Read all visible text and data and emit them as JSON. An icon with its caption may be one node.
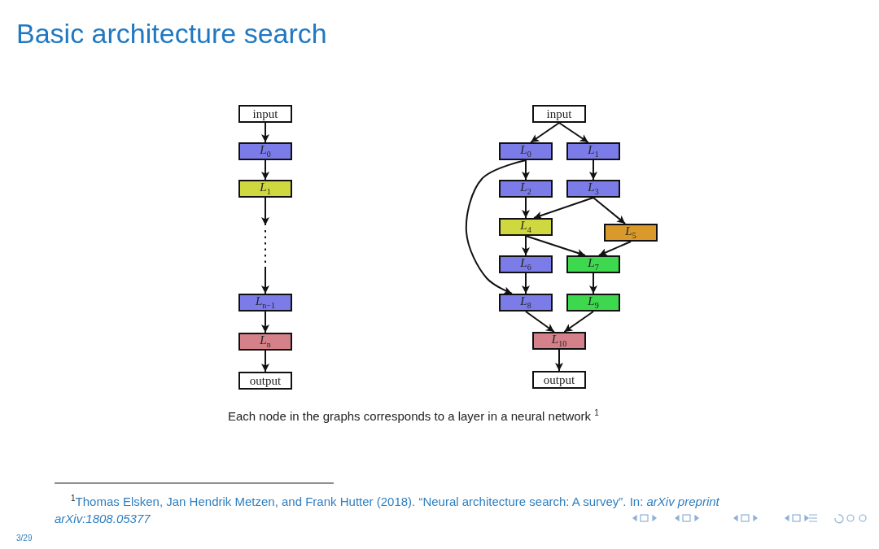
{
  "diagram": {
    "title": "Basic architecture search",
    "caption": "Each node in the graphs corresponds to a layer in a neural network $^{1}$",
    "nodes": [
      {
        "text": [
          "input"
        ]
      },
      {
        "text": [
          "*L*$_{0}$"
        ]
      },
      {
        "text": [
          "*L*$_{1}$"
        ]
      },
      {
        "text": [
          "*L*$_{n−1}$"
        ]
      },
      {
        "text": [
          "*L*$_{n}$"
        ]
      },
      {
        "text": [
          "output"
        ]
      },
      {
        "text": [
          "input"
        ]
      },
      {
        "text": [
          "*L*$_{0}$"
        ]
      },
      {
        "text": [
          "*L*$_{1}$"
        ]
      },
      {
        "text": [
          "*L*$_{2}$"
        ]
      },
      {
        "text": [
          "*L*$_{3}$"
        ]
      },
      {
        "text": [
          "*L*$_{4}$"
        ]
      },
      {
        "text": [
          "*L*$_{5}$"
        ]
      },
      {
        "text": [
          "*L*$_{6}$"
        ]
      },
      {
        "text": [
          "*L*$_{7}$"
        ]
      },
      {
        "text": [
          "*L*$_{8}$"
        ]
      },
      {
        "text": [
          "*L*$_{9}$"
        ]
      },
      {
        "text": [
          "*L*$_{10}$"
        ]
      },
      {
        "text": [
          "output"
        ]
      }
    ],
    "edges": [
      {
        "from": 0,
        "to": 1,
        "arrow": "to"
      },
      {
        "from": 1,
        "to": 2,
        "arrow": "to"
      },
      {
        "from": 2,
        "to": 3,
        "arrow": "to",
        "style": "dashed"
      },
      {
        "from": 3,
        "to": 4,
        "arrow": "to"
      },
      {
        "from": 4,
        "to": 5,
        "arrow": "to"
      },
      {
        "from": 6,
        "to": 7,
        "arrow": "to"
      },
      {
        "from": 6,
        "to": 8,
        "arrow": "to"
      },
      {
        "from": 7,
        "to": 9,
        "arrow": "to"
      },
      {
        "from": 8,
        "to": 10,
        "arrow": "to"
      },
      {
        "from": 9,
        "to": 11,
        "arrow": "to"
      },
      {
        "from": 10,
        "to": 11,
        "arrow": "to"
      },
      {
        "from": 10,
        "to": 12,
        "arrow": "to"
      },
      {
        "from": 11,
        "to": 13,
        "arrow": "to"
      },
      {
        "from": 11,
        "to": 14,
        "arrow": "to"
      },
      {
        "from": 12,
        "to": 14,
        "arrow": "to"
      },
      {
        "from": 7,
        "to": 15,
        "arrow": "to"
      },
      {
        "from": 13,
        "to": 15,
        "arrow": "to"
      },
      {
        "from": 14,
        "to": 16,
        "arrow": "to"
      },
      {
        "from": 15,
        "to": 17,
        "arrow": "to"
      },
      {
        "from": 16,
        "to": 17,
        "arrow": "to"
      },
      {
        "from": 17,
        "to": 18,
        "arrow": "to"
      }
    ],
    "labels": [
      "$^{1}$Thomas Elsken, Jan Hendrik Metzen, and Frank Hutter (2018). “Neural architecture search: A survey”. In: *arXiv preprint arXiv:1808.05377*",
      "3/29"
    ]
  }
}
